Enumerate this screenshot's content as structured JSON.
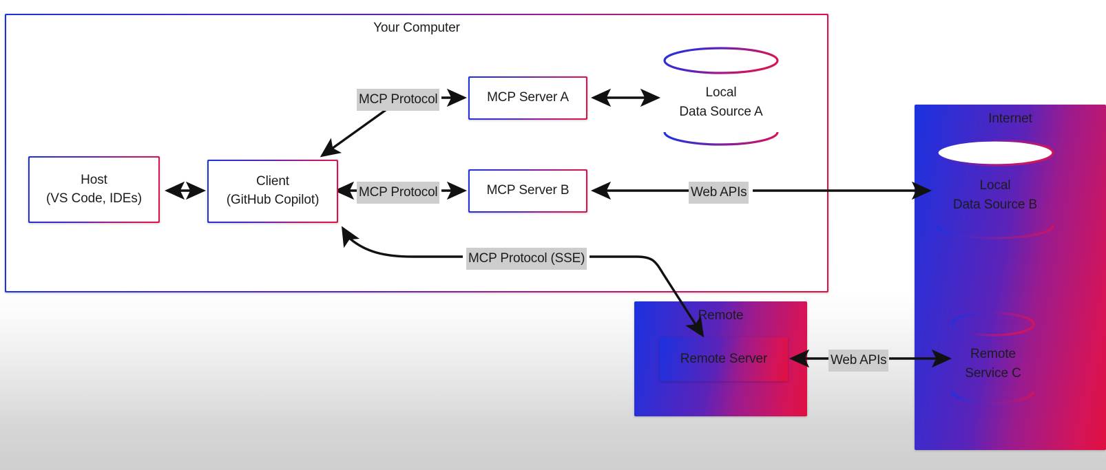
{
  "diagram": {
    "title_semantic": "MCP architecture overview",
    "containers": [
      {
        "key": "your_computer",
        "label": "Your Computer"
      },
      {
        "key": "internet",
        "label": "Internet"
      },
      {
        "key": "remote",
        "label": "Remote"
      }
    ],
    "nodes": {
      "host": {
        "line1": "Host",
        "line2": "(VS Code, IDEs)"
      },
      "client": {
        "line1": "Client",
        "line2": "(GitHub Copilot)"
      },
      "mcp_server_a": {
        "line1": "MCP Server A",
        "line2": ""
      },
      "mcp_server_b": {
        "line1": "MCP Server B",
        "line2": ""
      },
      "remote_server": {
        "line1": "Remote Server",
        "line2": ""
      }
    },
    "cylinders": {
      "local_data_source_a": {
        "line1": "Local",
        "line2": "Data Source A"
      },
      "local_data_source_b": {
        "line1": "Local",
        "line2": "Data Source B"
      },
      "remote_service_c": {
        "line1": "Remote",
        "line2": "Service C"
      }
    },
    "connector_labels": {
      "mcp_protocol_a": "MCP Protocol",
      "mcp_protocol_b": "MCP Protocol",
      "mcp_protocol_sse": "MCP Protocol (SSE)",
      "web_apis_b": "Web APIs",
      "web_apis_c": "Web APIs"
    },
    "colors": {
      "gradient_start": "#1b32e0",
      "gradient_mid": "#9b1b8e",
      "gradient_end": "#e01040",
      "label_chip_bg": "#cdcdcd",
      "arrow": "#111111",
      "text": "#1c1c1c"
    }
  }
}
